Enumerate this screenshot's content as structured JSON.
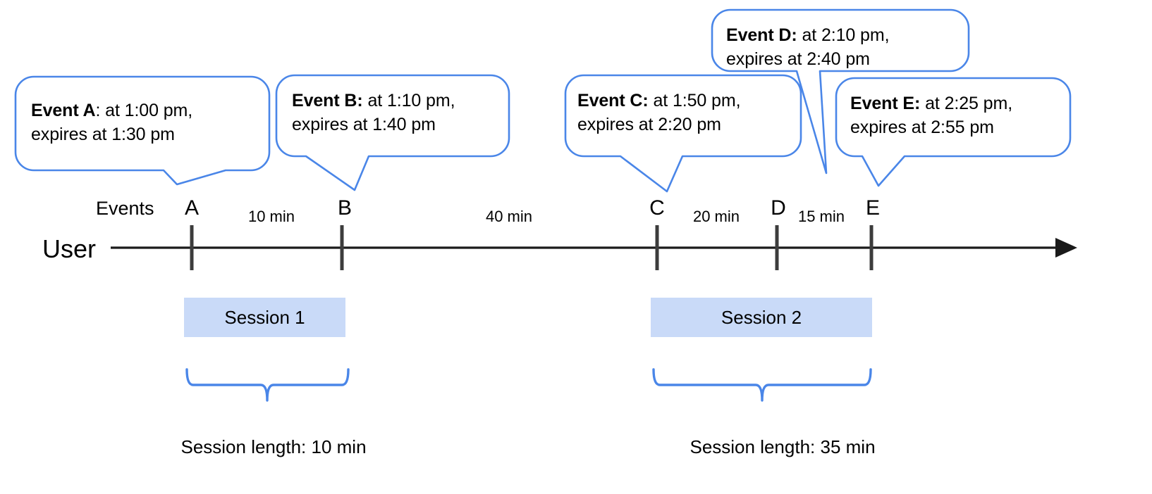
{
  "diagram": {
    "title": "User session timeline with expiring events",
    "accent_color": "#4a86e8",
    "session_fill_color": "#c9daf8",
    "axis_color": "#3c3c3c",
    "text_color": "#000000"
  },
  "axis": {
    "user_label": "User",
    "events_label": "Events",
    "arrow_icon": "arrow-right-icon"
  },
  "ticks": [
    {
      "letter": "A"
    },
    {
      "letter": "B"
    },
    {
      "letter": "C"
    },
    {
      "letter": "D"
    },
    {
      "letter": "E"
    }
  ],
  "intervals": [
    {
      "label": "10 min"
    },
    {
      "label": "40 min"
    },
    {
      "label": "20 min"
    },
    {
      "label": "15 min"
    }
  ],
  "callouts": [
    {
      "id": "A",
      "bold_part": "Event A",
      "rest_line1": ": at 1:00 pm,",
      "line2": "expires at 1:30 pm",
      "event_time": "1:00 pm",
      "expires_time": "1:30 pm"
    },
    {
      "id": "B",
      "bold_part": "Event B:",
      "rest_line1": " at 1:10 pm,",
      "line2": "expires at 1:40 pm",
      "event_time": "1:10 pm",
      "expires_time": "1:40 pm"
    },
    {
      "id": "C",
      "bold_part": "Event C:",
      "rest_line1": " at 1:50 pm,",
      "line2": "expires at 2:20 pm",
      "event_time": "1:50 pm",
      "expires_time": "2:20 pm"
    },
    {
      "id": "D",
      "bold_part": "Event D:",
      "rest_line1": " at 2:10 pm,",
      "line2": "expires at 2:40 pm",
      "event_time": "2:10 pm",
      "expires_time": "2:40 pm"
    },
    {
      "id": "E",
      "bold_part": "Event E:",
      "rest_line1": " at 2:25 pm,",
      "line2": "expires at 2:55 pm",
      "event_time": "2:25 pm",
      "expires_time": "2:55 pm"
    }
  ],
  "sessions": [
    {
      "name": "Session 1",
      "length_caption": "Session length: 10 min"
    },
    {
      "name": "Session 2",
      "length_caption": "Session length: 35 min"
    }
  ]
}
